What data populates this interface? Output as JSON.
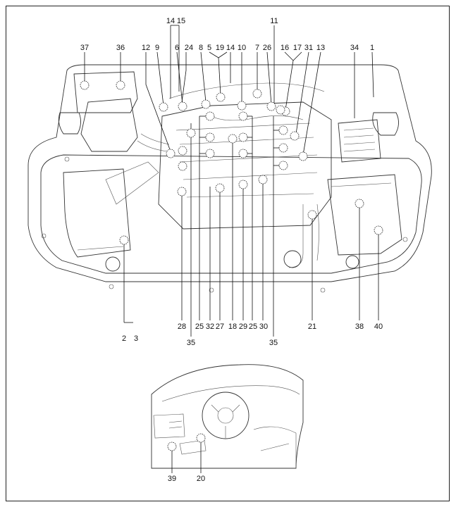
{
  "labels": {
    "n1": "1",
    "n2": "2",
    "n3": "3",
    "n5": "5",
    "n6": "6",
    "n7": "7",
    "n8": "8",
    "n9": "9",
    "n10": "10",
    "n11": "11",
    "n12": "12",
    "n13": "13",
    "n14a": "14",
    "n14b": "14",
    "n15": "15",
    "n16": "16",
    "n17": "17",
    "n18": "18",
    "n19": "19",
    "n20": "20",
    "n21": "21",
    "n24": "24",
    "n25a": "25",
    "n25b": "25",
    "n26": "26",
    "n27": "27",
    "n28": "28",
    "n29": "29",
    "n30": "30",
    "n31": "31",
    "n32": "32",
    "n34": "34",
    "n35a": "35",
    "n35b": "35",
    "n36": "36",
    "n37": "37",
    "n38": "38",
    "n39": "39",
    "n40": "40"
  }
}
